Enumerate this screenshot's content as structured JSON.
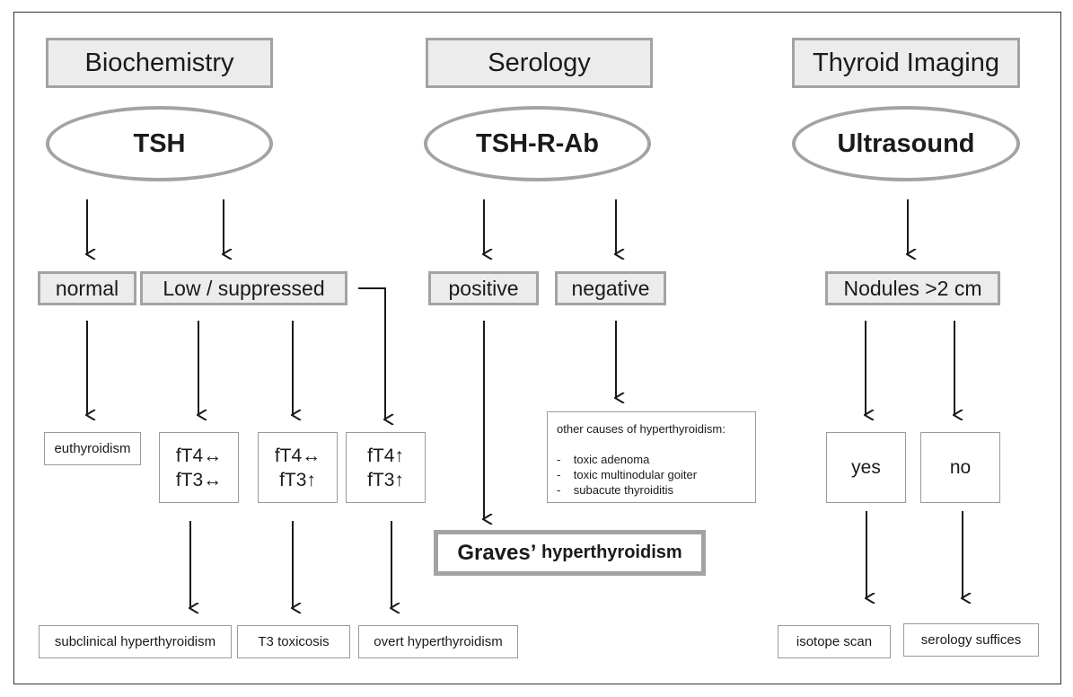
{
  "headers": {
    "biochemistry": "Biochemistry",
    "serology": "Serology",
    "imaging": "Thyroid Imaging"
  },
  "tests": {
    "tsh": "TSH",
    "tsh_r_ab": "TSH-R-Ab",
    "ultrasound": "Ultrasound"
  },
  "results": {
    "normal": "normal",
    "low": "Low / suppressed",
    "positive": "positive",
    "negative": "negative",
    "nodules": "Nodules >2 cm"
  },
  "hormones": {
    "col1": {
      "line1": "fT4↔",
      "line2": "fT3↔"
    },
    "col2": {
      "line1": "fT4↔",
      "line2": "fT3↑"
    },
    "col3": {
      "line1": "fT4↑",
      "line2": "fT3↑"
    }
  },
  "nodule_answers": {
    "yes": "yes",
    "no": "no"
  },
  "outcomes": {
    "euthyroidism": "euthyroidism",
    "subclinical": "subclinical hyperthyroidism",
    "t3_toxicosis": "T3 toxicosis",
    "overt": "overt hyperthyroidism",
    "isotope_scan": "isotope scan",
    "serology_suffices": "serology suffices"
  },
  "graves": {
    "part1": "Graves’",
    "part2": " hyperthyroidism"
  },
  "other_causes": {
    "title": "other causes of hyperthyroidism:",
    "items": [
      "-    toxic adenoma",
      "-    toxic multinodular goiter",
      "-    subacute thyroiditis"
    ]
  }
}
